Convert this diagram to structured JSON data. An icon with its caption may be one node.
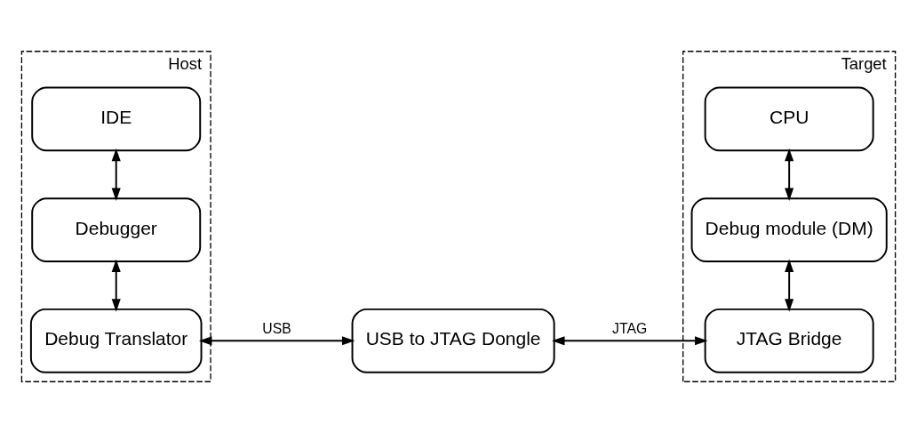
{
  "diagram": {
    "nodes": [
      {
        "text": [
          "Host"
        ]
      },
      {
        "text": [
          "IDE"
        ],
        "in": 0
      },
      {
        "text": [
          "Debugger"
        ],
        "in": 0
      },
      {
        "text": [
          "Debug Translator"
        ],
        "in": 0
      },
      {
        "text": [
          "USB to JTAG Dongle"
        ]
      },
      {
        "text": [
          "Target"
        ]
      },
      {
        "text": [
          "CPU"
        ],
        "in": 5
      },
      {
        "text": [
          "Debug module (DM)"
        ],
        "in": 5
      },
      {
        "text": [
          "JTAG Bridge"
        ],
        "in": 5
      }
    ],
    "edges": [
      {
        "from": 1,
        "to": 2,
        "arrow": "both"
      },
      {
        "from": 2,
        "to": 3,
        "arrow": "both"
      },
      {
        "from": 3,
        "to": 4,
        "arrow": "both",
        "label": "USB"
      },
      {
        "from": 4,
        "to": 8,
        "arrow": "both",
        "label": "JTAG"
      },
      {
        "from": 6,
        "to": 7,
        "arrow": "both"
      },
      {
        "from": 7,
        "to": 8,
        "arrow": "both"
      }
    ]
  }
}
